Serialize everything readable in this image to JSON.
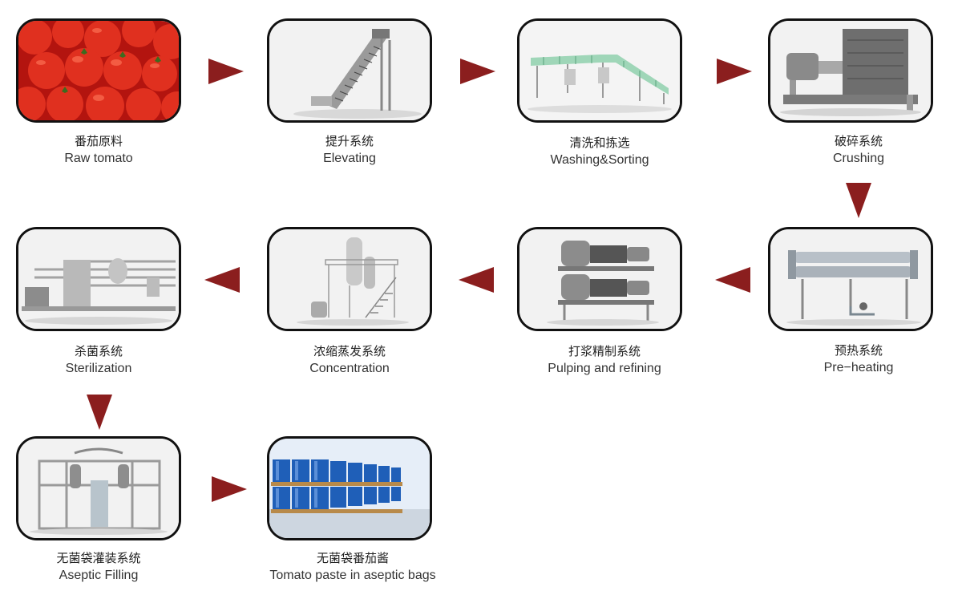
{
  "steps": [
    {
      "zh": "番茄原料",
      "en": "Raw tomato",
      "image": "raw-tomato-photo"
    },
    {
      "zh": "提升系统",
      "en": "Elevating",
      "image": "elevator-conveyor"
    },
    {
      "zh": "清洗和拣选",
      "en": "Washing&Sorting",
      "image": "washing-sorting-conveyor"
    },
    {
      "zh": "破碎系统",
      "en": "Crushing",
      "image": "crusher-machine"
    },
    {
      "zh": "预热系统",
      "en": "Pre−heating",
      "image": "preheater-tubes"
    },
    {
      "zh": "打浆精制系统",
      "en": "Pulping and refining",
      "image": "pulping-refining-machine"
    },
    {
      "zh": "浓缩蒸发系统",
      "en": "Concentration",
      "image": "evaporator-tower"
    },
    {
      "zh": "杀菌系统",
      "en": "Sterilization",
      "image": "sterilizer-unit"
    },
    {
      "zh": "无菌袋灌装系统",
      "en": "Aseptic Filling",
      "image": "aseptic-filler-frame"
    },
    {
      "zh": "无菌袋番茄酱",
      "en": "Tomato paste in aseptic bags",
      "image": "blue-drums-photo"
    }
  ],
  "colors": {
    "arrow": "#8b1e1e",
    "border": "#111111",
    "tomato": "#d8281e",
    "drum": "#1f5fb8"
  }
}
